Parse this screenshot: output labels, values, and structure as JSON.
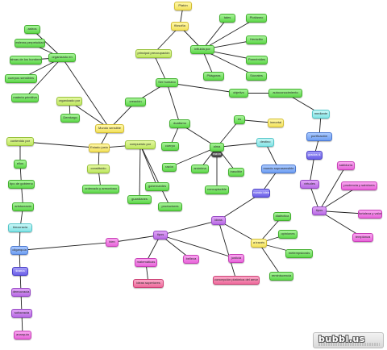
{
  "nodes": [
    {
      "id": "platon",
      "label": "Platón",
      "color": "yellow"
    },
    {
      "id": "filosofia",
      "label": "filosofía",
      "color": "yellow"
    },
    {
      "id": "interes",
      "label": "principal preocupación",
      "color": "ygreen"
    },
    {
      "id": "influida",
      "label": "influida por",
      "color": "green"
    },
    {
      "id": "tales",
      "label": "tales",
      "color": "green"
    },
    {
      "id": "plotino",
      "label": "Plotiáneo",
      "color": "green"
    },
    {
      "id": "heraclito",
      "label": "Heráclito",
      "color": "green"
    },
    {
      "id": "parmenides",
      "label": "Parménides",
      "color": "green"
    },
    {
      "id": "socrates",
      "label": "Sócrates",
      "color": "green"
    },
    {
      "id": "pitagoras",
      "label": "Pitágoras",
      "color": "green"
    },
    {
      "id": "serhumano",
      "label": "Ser humano",
      "color": "green"
    },
    {
      "id": "dualismo",
      "label": "dualismo",
      "color": "green"
    },
    {
      "id": "objetivo",
      "label": "objetivo",
      "color": "green"
    },
    {
      "id": "autoconoc",
      "label": "autoconocimiento",
      "color": "green"
    },
    {
      "id": "cuerpo",
      "label": "cuerpo",
      "color": "green"
    },
    {
      "id": "alma",
      "label": "alma",
      "color": "green"
    },
    {
      "id": "es",
      "label": "es",
      "color": "green"
    },
    {
      "id": "inmortal",
      "label": "inmortal",
      "color": "yellow"
    },
    {
      "id": "razon",
      "label": "razón",
      "color": "green"
    },
    {
      "id": "anonima",
      "label": "anónima",
      "color": "green"
    },
    {
      "id": "irasci",
      "label": "irascible",
      "color": "green"
    },
    {
      "id": "concupi",
      "label": "concupiscible",
      "color": "green"
    },
    {
      "id": "destino",
      "label": "destino",
      "color": "cyan"
    },
    {
      "id": "mundoint",
      "label": "mundo suprasensible",
      "color": "blue"
    },
    {
      "id": "mediante",
      "label": "mediante",
      "color": "cyan"
    },
    {
      "id": "purificacion",
      "label": "purificación",
      "color": "blue"
    },
    {
      "id": "grados",
      "label": "grados d.",
      "color": "indigo"
    },
    {
      "id": "virtudes",
      "label": "virtudes",
      "color": "purple"
    },
    {
      "id": "tipos",
      "label": "tipos",
      "color": "purple"
    },
    {
      "id": "sabiduria",
      "label": "sabiduría",
      "color": "magenta"
    },
    {
      "id": "prudencia",
      "label": "prudencia y sabiduría",
      "color": "magenta"
    },
    {
      "id": "fortaleza",
      "label": "fortaleza y valor",
      "color": "magenta"
    },
    {
      "id": "templanza",
      "label": "templanza",
      "color": "magenta"
    },
    {
      "id": "mundoideal",
      "label": "mundo ideal",
      "color": "indigo"
    },
    {
      "id": "ideas",
      "label": "ideas",
      "color": "purple"
    },
    {
      "id": "esfuerzo",
      "label": "a través",
      "color": "yellow"
    },
    {
      "id": "dialectica",
      "label": "dialéctica",
      "color": "green"
    },
    {
      "id": "opiniones",
      "label": "opiniones",
      "color": "green"
    },
    {
      "id": "metempsicosis",
      "label": "metempsicosis",
      "color": "green"
    },
    {
      "id": "reminiscencia",
      "label": "reminiscencia",
      "color": "green"
    },
    {
      "id": "tipos2",
      "label": "tipos",
      "color": "purple"
    },
    {
      "id": "bien",
      "label": "bien",
      "color": "magenta"
    },
    {
      "id": "matematicas",
      "label": "matemáticas",
      "color": "magenta"
    },
    {
      "id": "belleza",
      "label": "belleza",
      "color": "magenta"
    },
    {
      "id": "ideassup",
      "label": "ideas superiores",
      "color": "pink"
    },
    {
      "id": "justicia",
      "label": "justicia",
      "color": "magenta"
    },
    {
      "id": "concepcion",
      "label": "concepción platónica del amor",
      "color": "pink"
    },
    {
      "id": "mundosensible",
      "label": "Mundo sensible",
      "color": "yellow"
    },
    {
      "id": "organizado",
      "label": "organizado en",
      "color": "green"
    },
    {
      "id": "astros",
      "label": "astros",
      "color": "green"
    },
    {
      "id": "esferas",
      "label": "esferas perpetuidad",
      "color": "green"
    },
    {
      "id": "almas",
      "label": "almas de los hombres",
      "color": "green"
    },
    {
      "id": "cuerposen",
      "label": "cuerpos sensibles",
      "color": "green"
    },
    {
      "id": "materia",
      "label": "materia primitiva",
      "color": "green"
    },
    {
      "id": "organizadopor",
      "label": "organizado por",
      "color": "ygreen"
    },
    {
      "id": "demiurgo",
      "label": "Demiurgo",
      "color": "green"
    },
    {
      "id": "creado",
      "label": "creación",
      "color": "green"
    },
    {
      "id": "estado",
      "label": "Estado justo",
      "color": "yellow"
    },
    {
      "id": "compuesto",
      "label": "compuesto por",
      "color": "ygreen"
    },
    {
      "id": "gobernantes",
      "label": "gobernantes",
      "color": "green"
    },
    {
      "id": "guardianes",
      "label": "guardianes",
      "color": "green"
    },
    {
      "id": "productores",
      "label": "productores",
      "color": "green"
    },
    {
      "id": "constituido",
      "label": "constituido",
      "color": "ygreen"
    },
    {
      "id": "ordenado",
      "label": "ordenado y armonioso",
      "color": "green"
    },
    {
      "id": "contenido",
      "label": "contenido por",
      "color": "ygreen"
    },
    {
      "id": "tiposgob",
      "label": "tipo de gobierno",
      "color": "green"
    },
    {
      "id": "aristocracia",
      "label": "aristocracia",
      "color": "green"
    },
    {
      "id": "timocracia",
      "label": "timocracia",
      "color": "cyan"
    },
    {
      "id": "oligarquia",
      "label": "oligarquía",
      "color": "blue"
    },
    {
      "id": "tiranía",
      "label": "tiranía",
      "color": "indigo"
    },
    {
      "id": "democracia",
      "label": "democracia",
      "color": "purple"
    },
    {
      "id": "sofocracia",
      "label": "sofocracia",
      "color": "purple"
    },
    {
      "id": "anarquia",
      "label": "anarquía",
      "color": "magenta"
    },
    {
      "id": "ellos",
      "label": "ellos",
      "color": "green"
    },
    {
      "id": "razonm",
      "label": "razón",
      "color": "dark"
    }
  ],
  "edges": [
    [
      "platon",
      "filosofia"
    ],
    [
      "filosofia",
      "interes"
    ],
    [
      "filosofia",
      "influida"
    ],
    [
      "influida",
      "tales"
    ],
    [
      "influida",
      "plotino"
    ],
    [
      "influida",
      "heraclito"
    ],
    [
      "influida",
      "parmenides"
    ],
    [
      "influida",
      "socrates"
    ],
    [
      "influida",
      "pitagoras"
    ],
    [
      "interes",
      "serhumano"
    ],
    [
      "serhumano",
      "dualismo"
    ],
    [
      "serhumano",
      "objetivo"
    ],
    [
      "objetivo",
      "autoconoc"
    ],
    [
      "serhumano",
      "creado"
    ],
    [
      "dualismo",
      "cuerpo"
    ],
    [
      "dualismo",
      "alma"
    ],
    [
      "alma",
      "es"
    ],
    [
      "es",
      "inmortal"
    ],
    [
      "alma",
      "razon"
    ],
    [
      "alma",
      "anonima"
    ],
    [
      "alma",
      "irasci"
    ],
    [
      "alma",
      "concupi"
    ],
    [
      "alma",
      "destino"
    ],
    [
      "destino",
      "mundoint"
    ],
    [
      "mundoint",
      "mundoideal"
    ],
    [
      "autoconoc",
      "mediante"
    ],
    [
      "mediante",
      "purificacion"
    ],
    [
      "purificacion",
      "grados"
    ],
    [
      "grados",
      "virtudes"
    ],
    [
      "virtudes",
      "tipos"
    ],
    [
      "tipos",
      "sabiduria"
    ],
    [
      "tipos",
      "prudencia"
    ],
    [
      "tipos",
      "fortaleza"
    ],
    [
      "tipos",
      "templanza"
    ],
    [
      "mundoideal",
      "ideas"
    ],
    [
      "ideas",
      "esfuerzo"
    ],
    [
      "esfuerzo",
      "dialectica"
    ],
    [
      "esfuerzo",
      "opiniones"
    ],
    [
      "esfuerzo",
      "metempsicosis"
    ],
    [
      "esfuerzo",
      "reminiscencia"
    ],
    [
      "ideas",
      "tipos2"
    ],
    [
      "tipos2",
      "bien"
    ],
    [
      "tipos2",
      "matematicas"
    ],
    [
      "tipos2",
      "belleza"
    ],
    [
      "tipos2",
      "justicia"
    ],
    [
      "matematicas",
      "ideassup"
    ],
    [
      "ideas",
      "concepcion"
    ],
    [
      "creado",
      "mundosensible"
    ],
    [
      "mundosensible",
      "organizado"
    ],
    [
      "organizado",
      "astros"
    ],
    [
      "organizado",
      "esferas"
    ],
    [
      "organizado",
      "almas"
    ],
    [
      "organizado",
      "cuerposen"
    ],
    [
      "organizado",
      "materia"
    ],
    [
      "mundosensible",
      "organizadopor"
    ],
    [
      "organizadopor",
      "demiurgo"
    ],
    [
      "mundosensible",
      "estado"
    ],
    [
      "estado",
      "compuesto"
    ],
    [
      "compuesto",
      "gobernantes"
    ],
    [
      "compuesto",
      "guardianes"
    ],
    [
      "compuesto",
      "productores"
    ],
    [
      "estado",
      "constituido"
    ],
    [
      "constituido",
      "ordenado"
    ],
    [
      "estado",
      "contenido"
    ],
    [
      "contenido",
      "ellos"
    ],
    [
      "ellos",
      "tiposgob"
    ],
    [
      "tiposgob",
      "aristocracia"
    ],
    [
      "aristocracia",
      "timocracia"
    ],
    [
      "timocracia",
      "oligarquia"
    ],
    [
      "oligarquia",
      "tiranía"
    ],
    [
      "tiranía",
      "democracia"
    ],
    [
      "democracia",
      "sofocracia"
    ],
    [
      "sofocracia",
      "anarquia"
    ],
    [
      "bien",
      "oligarquia"
    ],
    [
      "alma",
      "razonm"
    ]
  ],
  "logo": {
    "text": "bubbl.us"
  }
}
